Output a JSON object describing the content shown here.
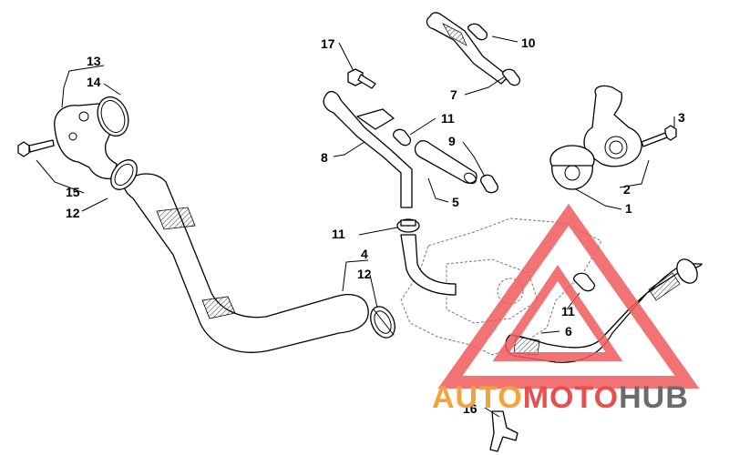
{
  "diagram": {
    "callouts": {
      "c1": "1",
      "c2": "2",
      "c3": "3",
      "c4": "4",
      "c5": "5",
      "c6": "6",
      "c7": "7",
      "c8": "8",
      "c9": "9",
      "c10": "10",
      "c11a": "11",
      "c11b": "11",
      "c11c": "11",
      "c12a": "12",
      "c12b": "12",
      "c13": "13",
      "c14": "14",
      "c15": "15",
      "c16": "16",
      "c17": "17"
    }
  },
  "watermark": {
    "part1": "AUTO",
    "part2": "MOTO",
    "part3": "HUB",
    "colors": {
      "orange": "#f2a33a",
      "red": "#ea4f4f",
      "grey": "#6b6b6b",
      "triangle": "#ef5a5a"
    }
  }
}
